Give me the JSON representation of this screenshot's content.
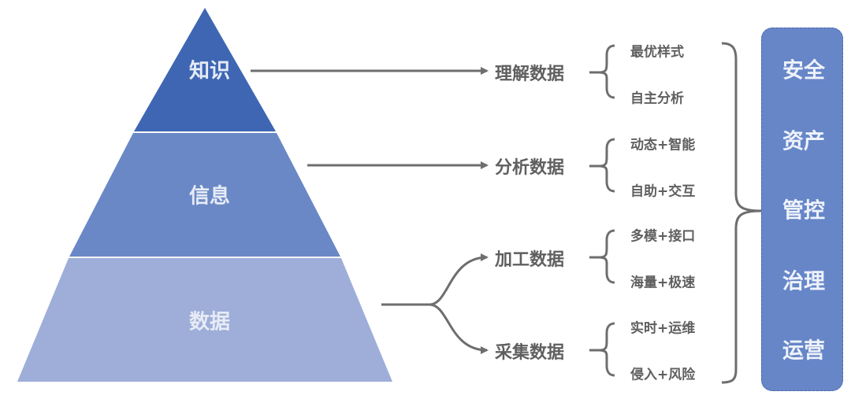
{
  "colors": {
    "knowledge": "#3e66b3",
    "information": "#6a88c6",
    "data": "#9eaed9",
    "connector": "#6e6e6e",
    "governance_box": "#6686c8"
  },
  "pyramid": [
    {
      "label": "知识"
    },
    {
      "label": "信息"
    },
    {
      "label": "数据"
    }
  ],
  "processes": [
    {
      "label": "理解数据",
      "items": [
        "最优样式",
        "自主分析"
      ]
    },
    {
      "label": "分析数据",
      "items": [
        "动态+智能",
        "自助+交互"
      ]
    },
    {
      "label": "加工数据",
      "items": [
        "多模+接口",
        "海量+极速"
      ]
    },
    {
      "label": "采集数据",
      "items": [
        "实时+运维",
        "侵入+风险"
      ]
    }
  ],
  "governance": [
    "安全",
    "资产",
    "管控",
    "治理",
    "运营"
  ]
}
